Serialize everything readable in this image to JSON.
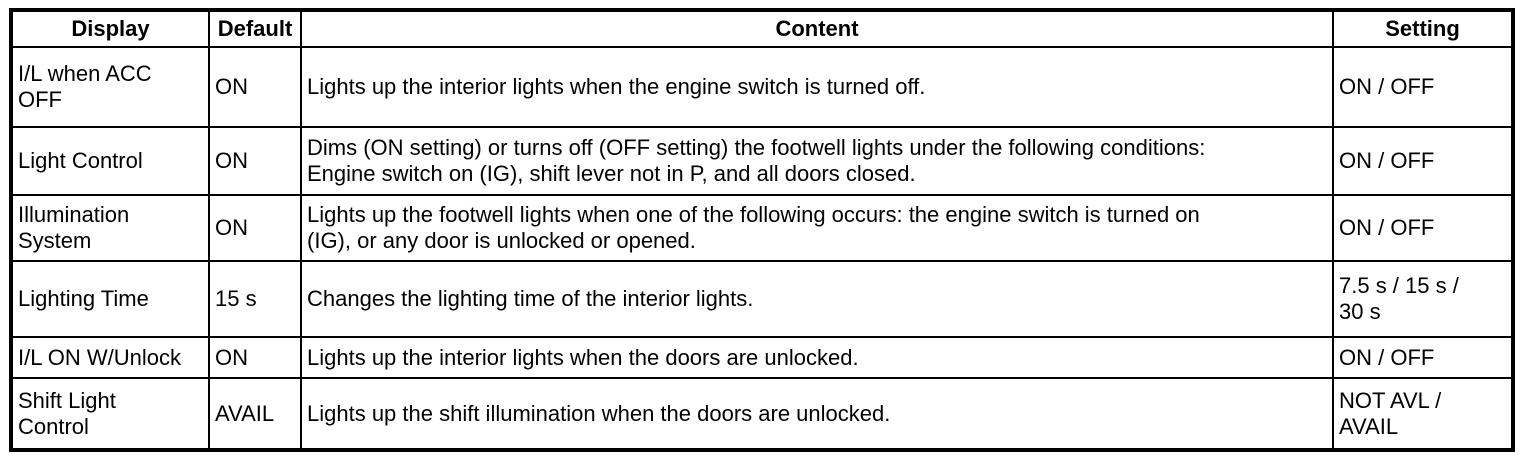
{
  "table": {
    "headers": {
      "display": "Display",
      "default": "Default",
      "content": "Content",
      "setting": "Setting"
    },
    "rows": [
      {
        "display": "I/L when ACC\nOFF",
        "default": "ON",
        "content": "Lights up the interior lights when the engine switch is turned off.",
        "setting": "ON / OFF"
      },
      {
        "display": "Light Control",
        "default": "ON",
        "content": "Dims (ON setting) or turns off (OFF setting) the footwell lights under the following conditions:\nEngine switch on (IG), shift lever not in P, and all doors closed.",
        "setting": "ON / OFF"
      },
      {
        "display": "Illumination\nSystem",
        "default": "ON",
        "content": "Lights up the footwell lights when one of the following occurs: the engine switch is turned on\n(IG), or any door is unlocked or opened.",
        "setting": "ON / OFF"
      },
      {
        "display": "Lighting Time",
        "default": "15 s",
        "content": "Changes the lighting time of the interior lights.",
        "setting": "7.5 s / 15 s /\n30 s"
      },
      {
        "display": "I/L ON W/Unlock",
        "default": "ON",
        "content": "Lights up the interior lights when the doors are unlocked.",
        "setting": "ON / OFF"
      },
      {
        "display": "Shift Light\nControl",
        "default": "AVAIL",
        "content": "Lights up the shift illumination when the doors are unlocked.",
        "setting": "NOT AVL /\nAVAIL"
      }
    ]
  }
}
